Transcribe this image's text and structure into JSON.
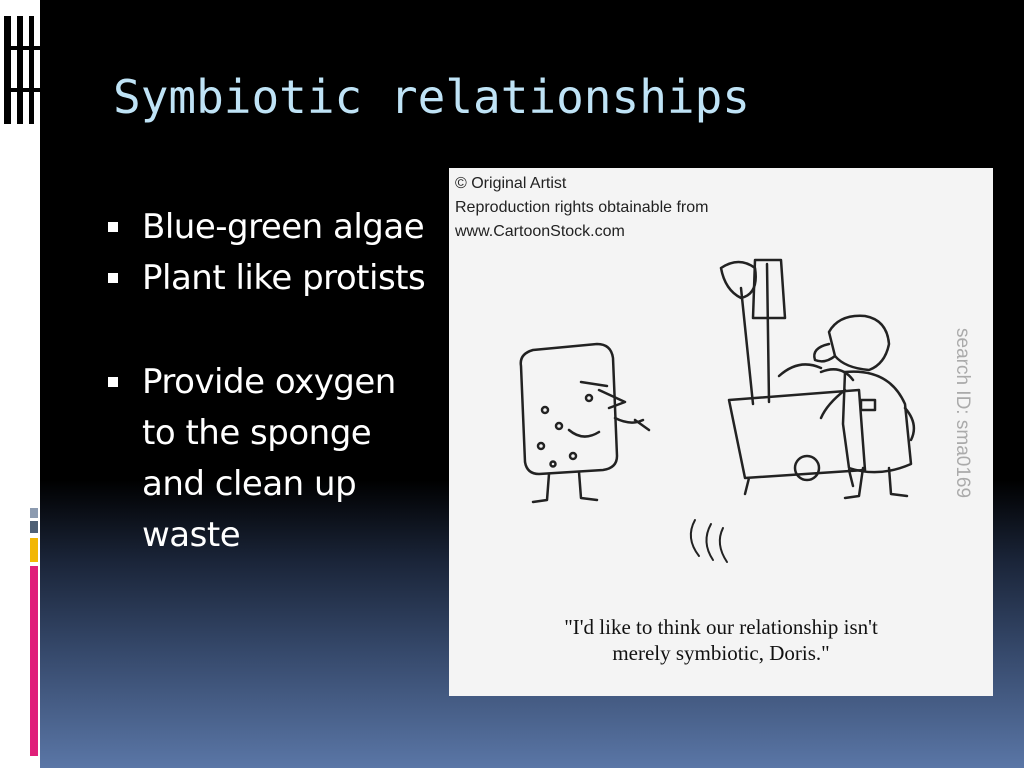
{
  "slide": {
    "title": "Symbiotic relationships",
    "bullets": [
      "Blue-green algae",
      "Plant like protists",
      "Provide oxygen to the sponge and clean up waste"
    ]
  },
  "cartoon": {
    "credit_lines": [
      "© Original Artist",
      "Reproduction rights obtainable from",
      "www.CartoonStock.com"
    ],
    "watermark": "search ID: sma0169",
    "caption_lines": [
      "\"I'd like to think our relationship isn't",
      "merely symbiotic, Doris.\""
    ]
  },
  "colors": {
    "title": "#bfe3f6",
    "text": "#ffffff",
    "accent_pink": "#e0207a",
    "accent_yellow": "#f2b705",
    "accent_gray": "#8c9bb0"
  }
}
